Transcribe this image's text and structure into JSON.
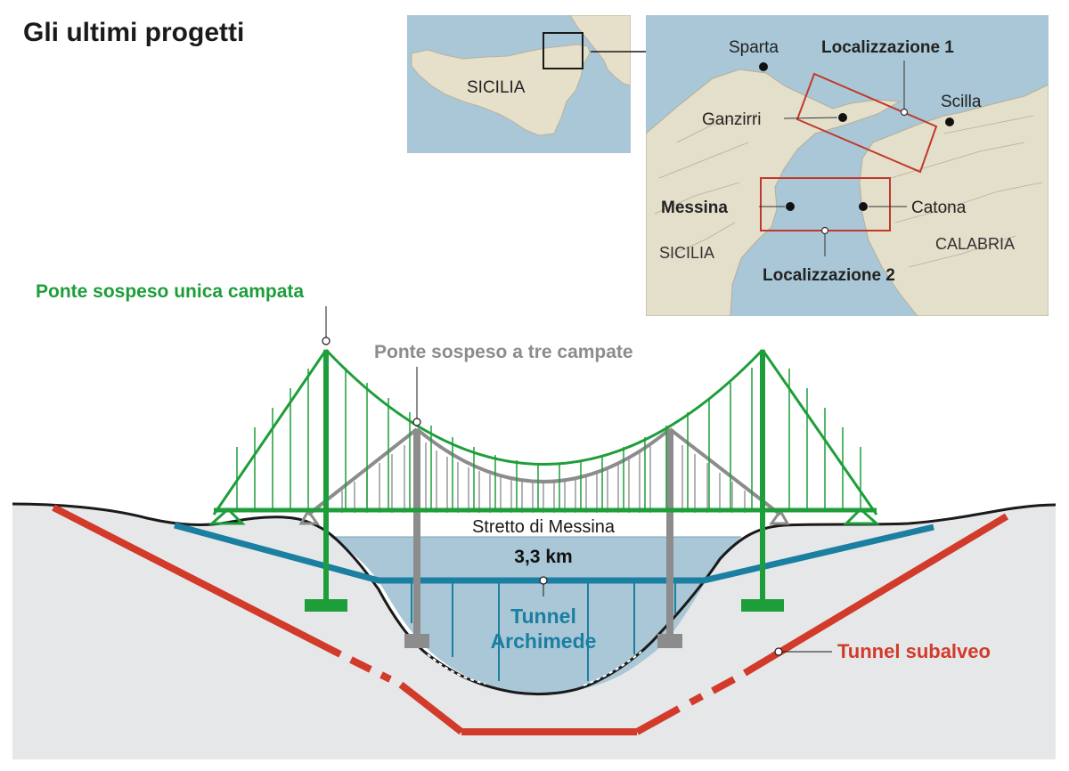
{
  "title": "Gli ultimi progetti",
  "labels": {
    "single_span": "Ponte sospeso unica campata",
    "three_span": "Ponte sospeso a tre campate",
    "strait": "Stretto di Messina",
    "distance": "3,3 km",
    "tunnel_archimede_line1": "Tunnel",
    "tunnel_archimede_line2": "Archimede",
    "tunnel_subalveo": "Tunnel subalveo"
  },
  "inset_map": {
    "region": "SICILIA"
  },
  "detail_map": {
    "places": {
      "sparta": "Sparta",
      "ganzirri": "Ganzirri",
      "scilla": "Scilla",
      "messina": "Messina",
      "catona": "Catona"
    },
    "regions": {
      "sicilia": "SICILIA",
      "calabria": "CALABRIA"
    },
    "locations": {
      "loc1": "Localizzazione 1",
      "loc2": "Localizzazione 2"
    }
  },
  "colors": {
    "single_span": "#1e9e3a",
    "three_span": "#8c8c8c",
    "tunnel_archimede": "#1a7fa0",
    "tunnel_subalveo": "#d23a2a",
    "sea": "#a9c7d6",
    "land": "#e8e2cf",
    "ground": "#e6e7e9",
    "location_box": "#c0392b"
  },
  "icons": [
    "connector-arrow-icon",
    "place-dot-icon",
    "label-pointer-icon"
  ]
}
